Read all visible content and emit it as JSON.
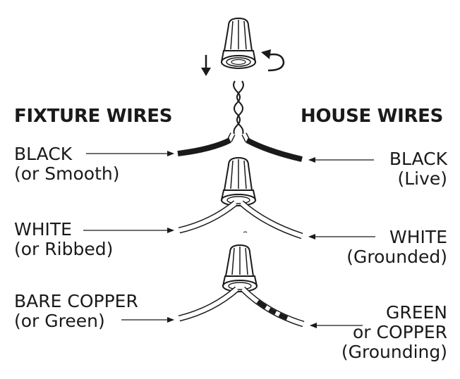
{
  "headers": {
    "fixture": "FIXTURE WIRES",
    "house": "HOUSE WIRES"
  },
  "fixture_labels": [
    {
      "line1": "BLACK",
      "line2": "(or Smooth)"
    },
    {
      "line1": "WHITE",
      "line2": "(or Ribbed)"
    },
    {
      "line1": "BARE COPPER",
      "line2": "(or Green)"
    }
  ],
  "house_labels": [
    {
      "line1": "BLACK",
      "line2": "(Live)"
    },
    {
      "line1": "WHITE",
      "line2": "(Grounded)"
    },
    {
      "line1": "GREEN",
      "line2": "or COPPER",
      "line3": "(Grounding)"
    }
  ],
  "icons": [
    "wire-nut-icon",
    "twist-arrow-icon",
    "down-arrow-icon",
    "stripped-wire-icon"
  ],
  "colors": {
    "ink": "#1a1a1a",
    "wire_black": "#1a1a1a",
    "wire_white": "#ffffff"
  }
}
